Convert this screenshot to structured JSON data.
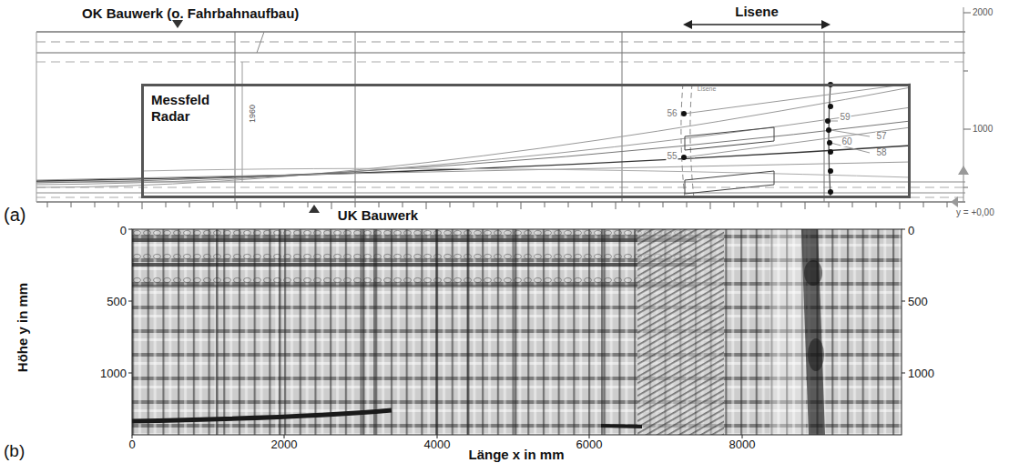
{
  "diagram": {
    "nodes": [
      {
        "text": [
          "Messfeld Radar"
        ]
      }
    ],
    "labels": [
      "OK Bauwerk (o. Fahrbahnaufbau)",
      "Lisene",
      "2000",
      "Lisene",
      "1960",
      "56",
      "59",
      "57",
      "55",
      "60",
      "58",
      "1000",
      "y = +0,00",
      "(a)",
      "UK Bauwerk",
      "0",
      "0",
      "500",
      "500",
      "1000",
      "1000",
      "(b)",
      "Höhe y in mm",
      "0",
      "2000",
      "4000",
      "6000",
      "8000",
      "Länge x in mm"
    ]
  }
}
